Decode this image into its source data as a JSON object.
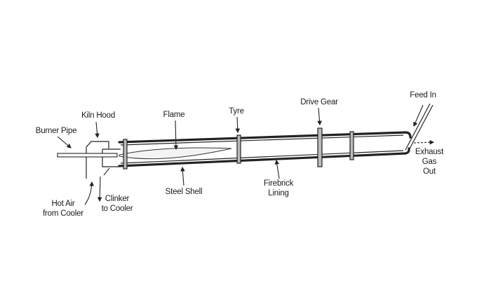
{
  "title": "Rotary Kiln",
  "labels": {
    "burner_pipe": "Burner Pipe",
    "kiln_hood": "Kiln Hood",
    "flame": "Flame",
    "tyre": "Tyre",
    "drive_gear": "Drive Gear",
    "feed_in": "Feed In",
    "exhaust_1": "Exhaust",
    "exhaust_2": "Gas",
    "exhaust_3": "Out",
    "firebrick_1": "Firebrick",
    "firebrick_2": "Lining",
    "steel_shell": "Steel Shell",
    "clinker_1": "Clinker",
    "clinker_2": "to Cooler",
    "hot_air_1": "Hot Air",
    "hot_air_2": "from Cooler"
  }
}
